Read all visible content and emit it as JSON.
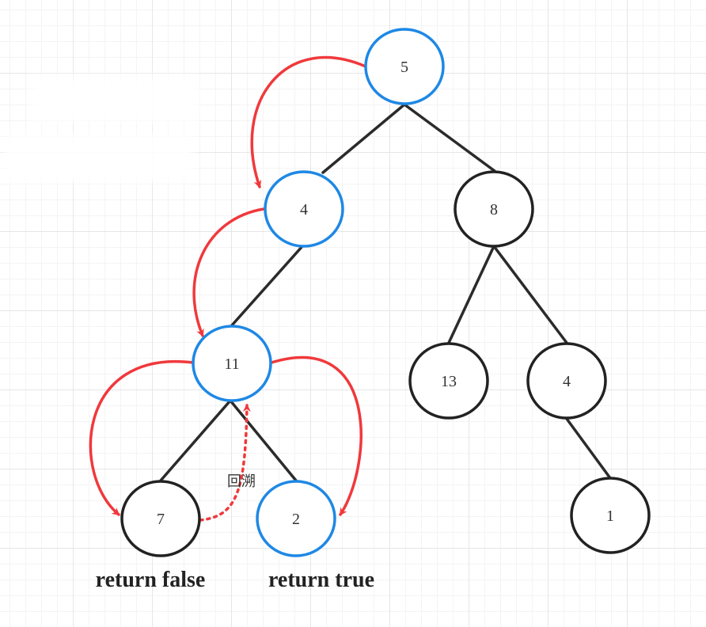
{
  "colors": {
    "highlight_node_border": "#1e88e5",
    "normal_node_border": "#222222",
    "edge": "#2b2b2b",
    "arrow": "#f0393c"
  },
  "nodes": [
    {
      "id": "n5",
      "label": "5",
      "highlighted": true
    },
    {
      "id": "n4a",
      "label": "4",
      "highlighted": true
    },
    {
      "id": "n8",
      "label": "8",
      "highlighted": false
    },
    {
      "id": "n11",
      "label": "11",
      "highlighted": true
    },
    {
      "id": "n13",
      "label": "13",
      "highlighted": false
    },
    {
      "id": "n4b",
      "label": "4",
      "highlighted": false
    },
    {
      "id": "n7",
      "label": "7",
      "highlighted": false
    },
    {
      "id": "n2",
      "label": "2",
      "highlighted": true
    },
    {
      "id": "n1",
      "label": "1",
      "highlighted": false
    }
  ],
  "edges": [
    {
      "from": "n5",
      "to": "n4a"
    },
    {
      "from": "n5",
      "to": "n8"
    },
    {
      "from": "n4a",
      "to": "n11"
    },
    {
      "from": "n8",
      "to": "n13"
    },
    {
      "from": "n8",
      "to": "n4b"
    },
    {
      "from": "n11",
      "to": "n7"
    },
    {
      "from": "n11",
      "to": "n2"
    },
    {
      "from": "n4b",
      "to": "n1"
    }
  ],
  "annotations": {
    "backtrack_label": "回溯",
    "left_leaf_result": "return false",
    "right_leaf_result": "return true"
  }
}
